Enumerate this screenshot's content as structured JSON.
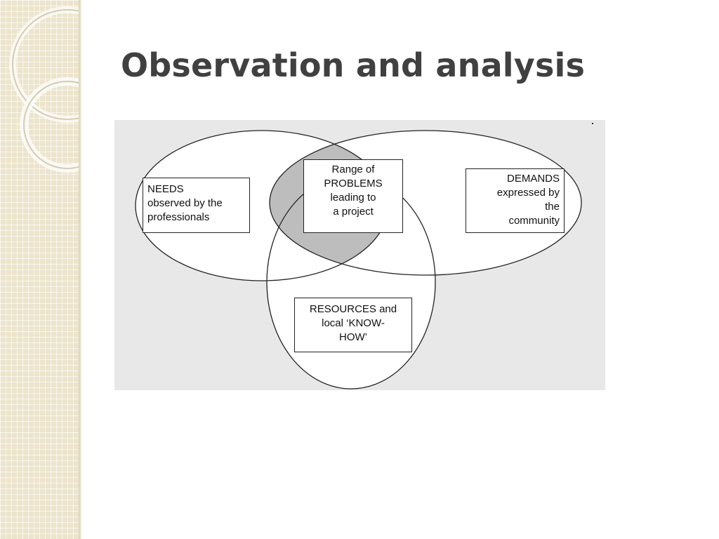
{
  "slide": {
    "title": "Observation and analysis"
  },
  "diagram": {
    "boxes": {
      "needs": "NEEDS\nobserved by the\nprofessionals",
      "problems": "Range of\nPROBLEMS\nleading to\na project",
      "demands": "DEMANDS\nexpressed by\nthe\ncommunity",
      "resources": "RESOURCES and\nlocal ‘KNOW-\nHOW’"
    },
    "colors": {
      "background": "#e8e8e8",
      "ellipse_fill": "#ffffff",
      "overlap_fill": "#bdbdbd",
      "stroke": "#222222"
    }
  },
  "theme": {
    "title_color": "#404040",
    "strip_color": "#ece4cc"
  }
}
